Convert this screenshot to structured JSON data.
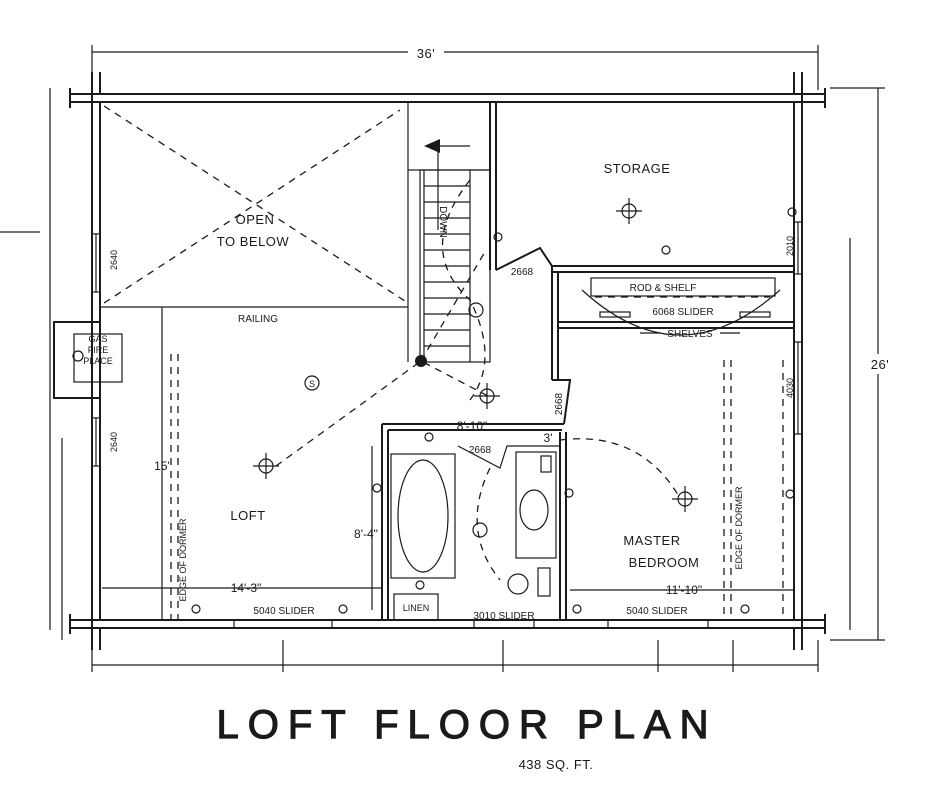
{
  "title": "LOFT FLOOR PLAN",
  "area": "438 SQ. FT.",
  "dimensions": {
    "width": "36'",
    "depth": "26'",
    "loft_width": "14'-3\"",
    "loft_depth": "15'",
    "bath_width": "8'-10\"",
    "bath_depth": "8'-4\"",
    "bedroom_width": "11'-10\"",
    "three": "3'"
  },
  "rooms": {
    "open_below_1": "OPEN",
    "open_below_2": "TO BELOW",
    "storage": "STORAGE",
    "loft": "LOFT",
    "master_1": "MASTER",
    "master_2": "BEDROOM",
    "linen": "LINEN"
  },
  "labels": {
    "stair": "DOWN",
    "railing": "RAILING",
    "fireplace_1": "GAS",
    "fireplace_2": "FIRE",
    "fireplace_3": "PLACE",
    "rod_shelf": "ROD & SHELF",
    "slider_6068": "6068 SLIDER",
    "shelves": "SHELVES",
    "dormer_left": "EDGE OF DORMER",
    "dormer_right": "EDGE OF DORMER",
    "smoke": "S"
  },
  "windows_doors": {
    "w2640_top": "2640",
    "w2640_bottom": "2640",
    "w2010": "2010",
    "w4030": "4030",
    "d2668_stair": "2668",
    "d2668_bedroom": "2668",
    "d2668_bath": "2668",
    "s5040_left": "5040 SLIDER",
    "s3010": "3010 SLIDER",
    "s5040_right": "5040 SLIDER"
  }
}
